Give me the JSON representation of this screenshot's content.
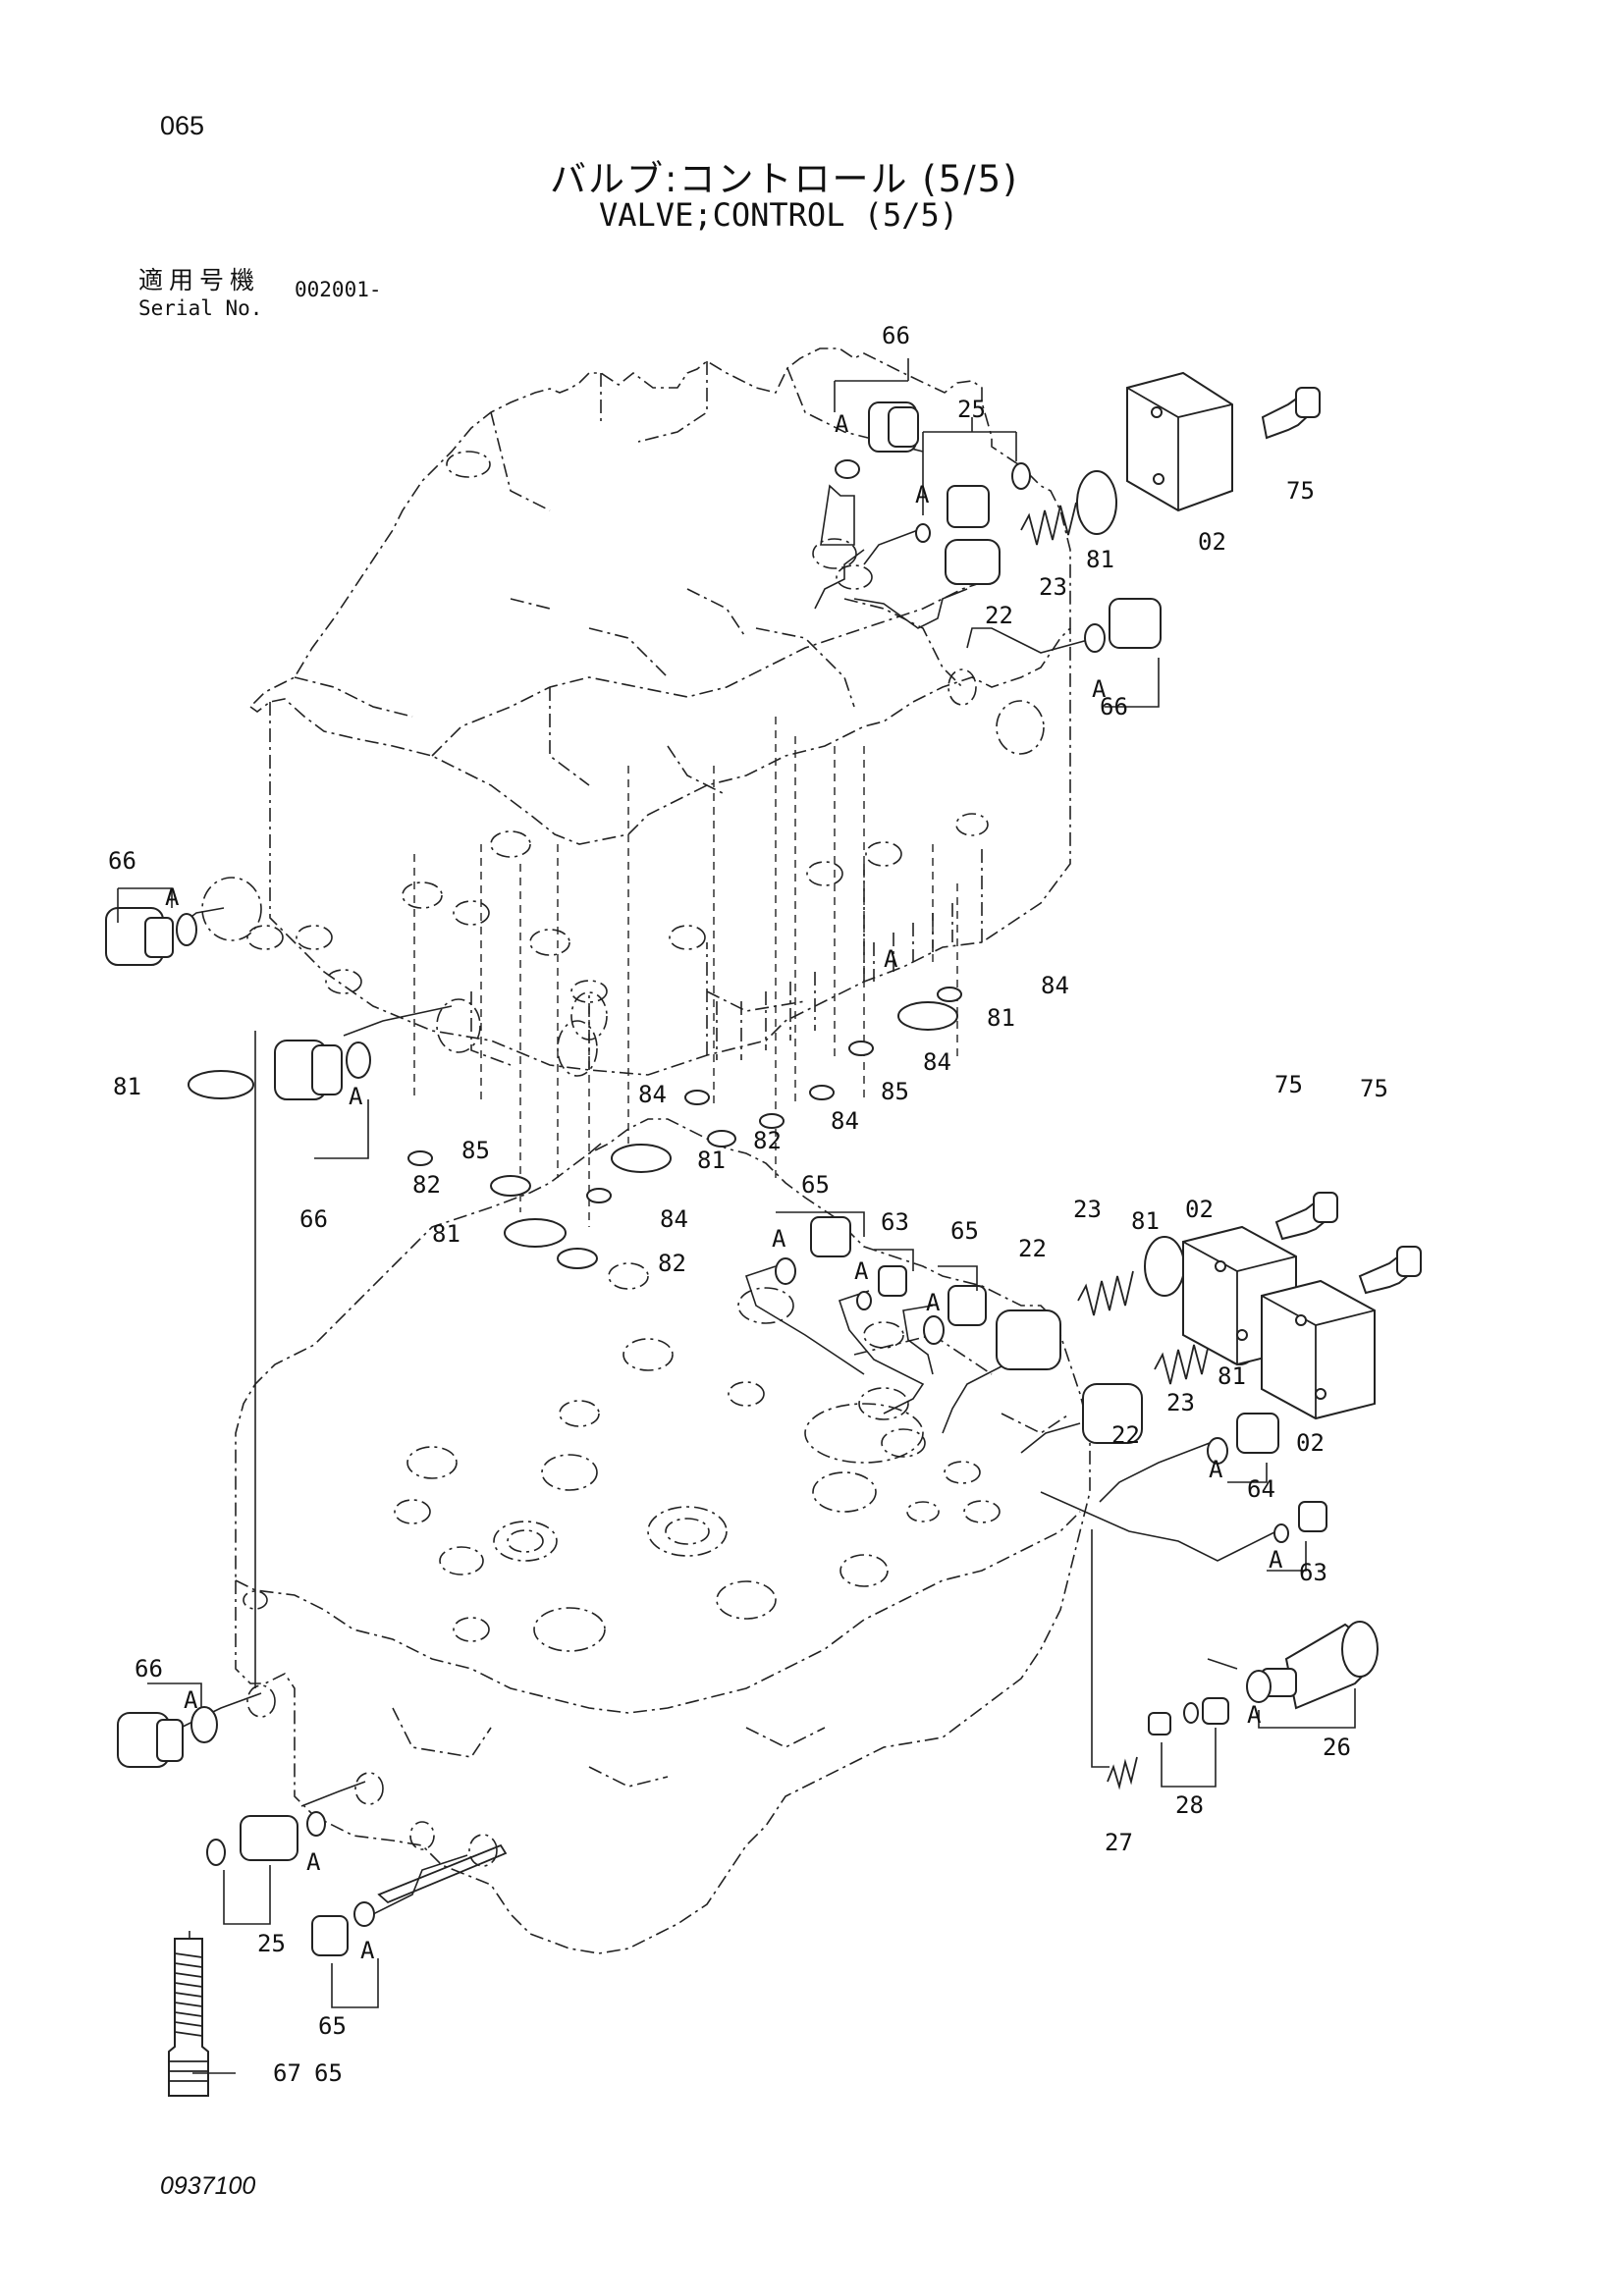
{
  "page": {
    "number": "065",
    "title_jp": "バルブ:コントロール (5/5)",
    "title_en": "VALVE;CONTROL (5/5)",
    "serial_label_jp": "適用号機",
    "serial_label_en": "Serial No.",
    "serial_value": "002001-",
    "drawing_number": "0937100"
  },
  "callouts": {
    "c66a": "66",
    "c25a": "25",
    "c02a": "02",
    "c75a": "75",
    "c81a": "81",
    "c23a": "23",
    "c22a": "22",
    "c66b": "66",
    "c66c": "66",
    "c84a": "84",
    "c81b": "81",
    "c81c": "81",
    "c84b": "84",
    "c85a": "85",
    "c84c": "84",
    "c84d": "84",
    "c82a": "82",
    "c85b": "85",
    "c82b": "82",
    "c81d": "81",
    "c84e": "84",
    "c81e": "81",
    "c82c": "82",
    "c66d": "66",
    "c65a": "65",
    "c63a": "63",
    "c65b": "65",
    "c22b": "22",
    "c23b": "23",
    "c81f": "81",
    "c75b": "75",
    "c75c": "75",
    "c02b": "02",
    "c02c": "02",
    "c81g": "81",
    "c23c": "23",
    "c22c": "22",
    "c64a": "64",
    "c63b": "63",
    "c26a": "26",
    "c28a": "28",
    "c27a": "27",
    "c66e": "66",
    "c25b": "25",
    "c65c": "65",
    "c67a": "67",
    "c65d": "65"
  },
  "markers": {
    "a1": "A",
    "a2": "A",
    "a3": "A",
    "a4": "A",
    "a5": "A",
    "a6": "A",
    "a7": "A",
    "a8": "A",
    "a9": "A",
    "a10": "A",
    "a11": "A",
    "a12": "A",
    "a13": "A",
    "a14": "A",
    "a15": "A"
  }
}
